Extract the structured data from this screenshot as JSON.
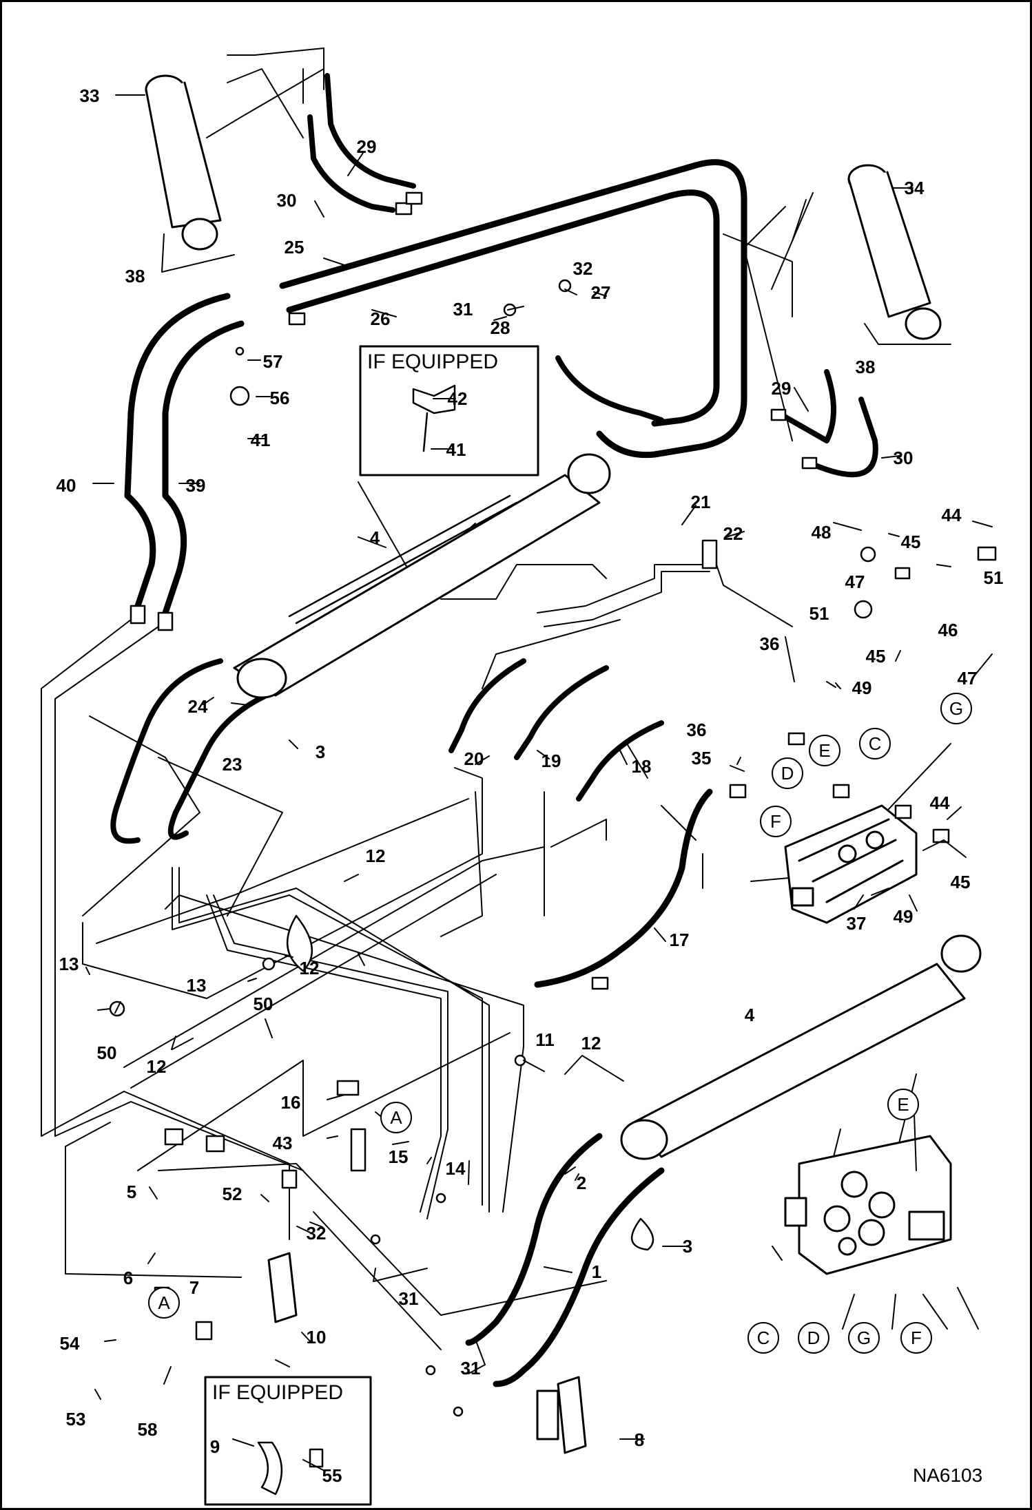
{
  "diagram": {
    "reference_code": "NA6103",
    "if_equipped_top": "IF EQUIPPED",
    "if_equipped_bottom": "IF EQUIPPED",
    "callouts": [
      {
        "id": "c33",
        "text": "33"
      },
      {
        "id": "c29a",
        "text": "29"
      },
      {
        "id": "c30a",
        "text": "30"
      },
      {
        "id": "c34",
        "text": "34"
      },
      {
        "id": "c38a",
        "text": "38"
      },
      {
        "id": "c25",
        "text": "25"
      },
      {
        "id": "c26",
        "text": "26"
      },
      {
        "id": "c32a",
        "text": "32"
      },
      {
        "id": "c27",
        "text": "27"
      },
      {
        "id": "c31a",
        "text": "31"
      },
      {
        "id": "c28",
        "text": "28"
      },
      {
        "id": "c38b",
        "text": "38"
      },
      {
        "id": "c57",
        "text": "57"
      },
      {
        "id": "c56",
        "text": "56"
      },
      {
        "id": "c41a",
        "text": "41"
      },
      {
        "id": "c42",
        "text": "42"
      },
      {
        "id": "c41b",
        "text": "41"
      },
      {
        "id": "c29b",
        "text": "29"
      },
      {
        "id": "c30b",
        "text": "30"
      },
      {
        "id": "c40",
        "text": "40"
      },
      {
        "id": "c39",
        "text": "39"
      },
      {
        "id": "c4a",
        "text": "4"
      },
      {
        "id": "c21",
        "text": "21"
      },
      {
        "id": "c22",
        "text": "22"
      },
      {
        "id": "c48",
        "text": "48"
      },
      {
        "id": "c44a",
        "text": "44"
      },
      {
        "id": "c45a",
        "text": "45"
      },
      {
        "id": "c47a",
        "text": "47"
      },
      {
        "id": "c51a",
        "text": "51"
      },
      {
        "id": "c51b",
        "text": "51"
      },
      {
        "id": "c46",
        "text": "46"
      },
      {
        "id": "c36a",
        "text": "36"
      },
      {
        "id": "c45b",
        "text": "45"
      },
      {
        "id": "c49a",
        "text": "49"
      },
      {
        "id": "c47b",
        "text": "47"
      },
      {
        "id": "c24",
        "text": "24"
      },
      {
        "id": "c3a",
        "text": "3"
      },
      {
        "id": "c23",
        "text": "23"
      },
      {
        "id": "c20",
        "text": "20"
      },
      {
        "id": "c19",
        "text": "19"
      },
      {
        "id": "c18",
        "text": "18"
      },
      {
        "id": "c36b",
        "text": "36"
      },
      {
        "id": "c35",
        "text": "35"
      },
      {
        "id": "c44b",
        "text": "44"
      },
      {
        "id": "c45c",
        "text": "45"
      },
      {
        "id": "c49b",
        "text": "49"
      },
      {
        "id": "c37",
        "text": "37"
      },
      {
        "id": "c12a",
        "text": "12"
      },
      {
        "id": "c12b",
        "text": "12"
      },
      {
        "id": "c13a",
        "text": "13"
      },
      {
        "id": "c13b",
        "text": "13"
      },
      {
        "id": "c50a",
        "text": "50"
      },
      {
        "id": "c17",
        "text": "17"
      },
      {
        "id": "c50b",
        "text": "50"
      },
      {
        "id": "c12c",
        "text": "12"
      },
      {
        "id": "c4b",
        "text": "4"
      },
      {
        "id": "c11",
        "text": "11"
      },
      {
        "id": "c12d",
        "text": "12"
      },
      {
        "id": "c16",
        "text": "16"
      },
      {
        "id": "c43",
        "text": "43"
      },
      {
        "id": "c15",
        "text": "15"
      },
      {
        "id": "c14",
        "text": "14"
      },
      {
        "id": "c2",
        "text": "2"
      },
      {
        "id": "c5",
        "text": "5"
      },
      {
        "id": "c52",
        "text": "52"
      },
      {
        "id": "c32b",
        "text": "32"
      },
      {
        "id": "c6",
        "text": "6"
      },
      {
        "id": "c31b",
        "text": "31"
      },
      {
        "id": "c3b",
        "text": "3"
      },
      {
        "id": "c1",
        "text": "1"
      },
      {
        "id": "c7",
        "text": "7"
      },
      {
        "id": "c10",
        "text": "10"
      },
      {
        "id": "c54",
        "text": "54"
      },
      {
        "id": "c53",
        "text": "53"
      },
      {
        "id": "c58",
        "text": "58"
      },
      {
        "id": "c31c",
        "text": "31"
      },
      {
        "id": "c9",
        "text": "9"
      },
      {
        "id": "c55",
        "text": "55"
      },
      {
        "id": "c8",
        "text": "8"
      }
    ],
    "circled_letters": [
      {
        "id": "lG",
        "text": "G"
      },
      {
        "id": "lE",
        "text": "E"
      },
      {
        "id": "lC",
        "text": "C"
      },
      {
        "id": "lD",
        "text": "D"
      },
      {
        "id": "lF",
        "text": "F"
      },
      {
        "id": "lA1",
        "text": "A"
      },
      {
        "id": "lA2",
        "text": "A"
      },
      {
        "id": "vE",
        "text": "E"
      },
      {
        "id": "vC",
        "text": "C"
      },
      {
        "id": "vD",
        "text": "D"
      },
      {
        "id": "vG",
        "text": "G"
      },
      {
        "id": "vF",
        "text": "F"
      }
    ]
  }
}
